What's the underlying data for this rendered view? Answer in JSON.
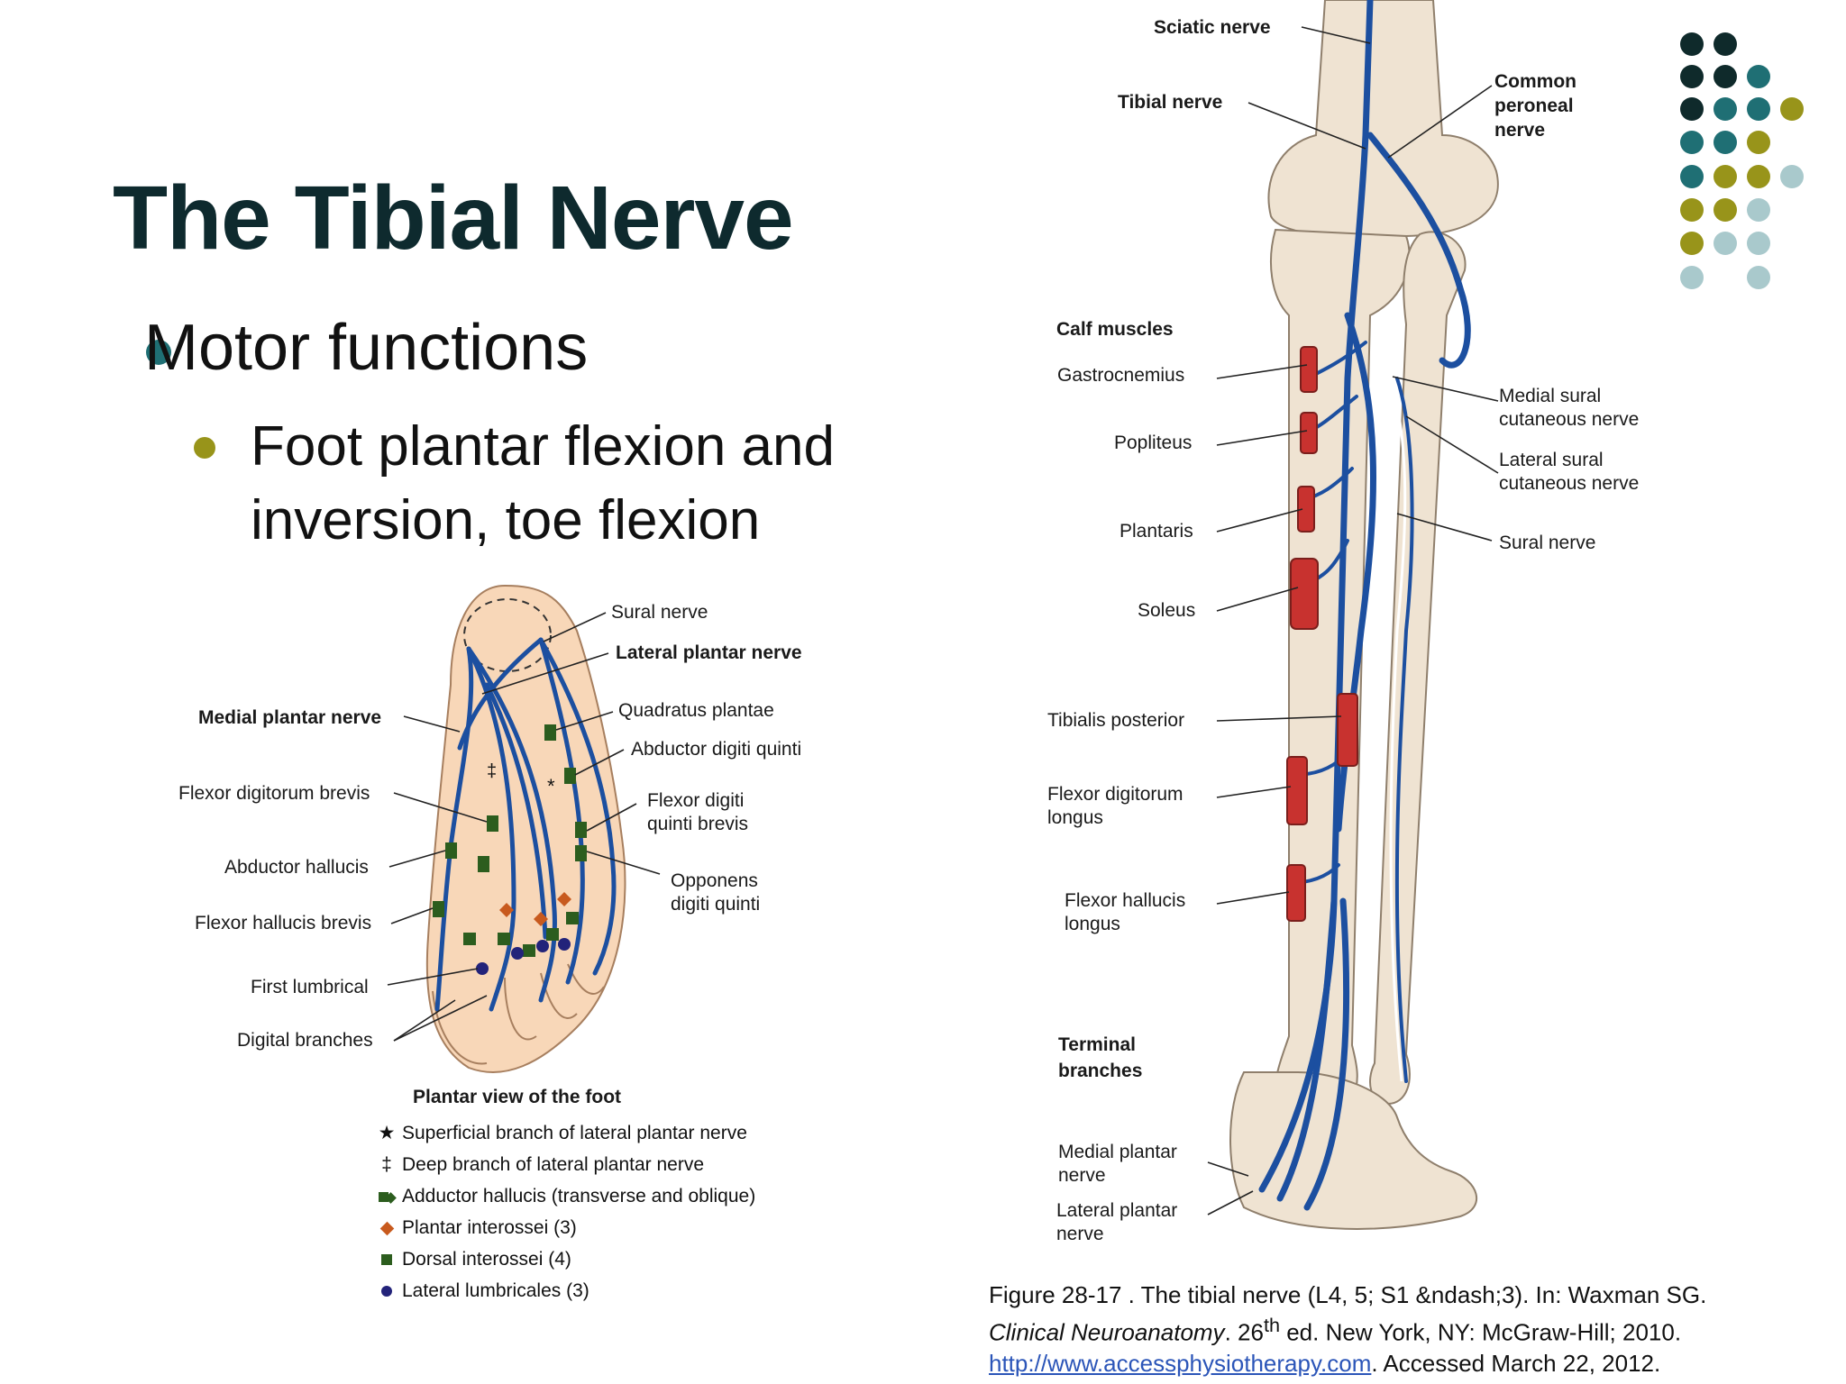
{
  "slide": {
    "title": "The Tibial Nerve",
    "bullet_1": "Motor functions",
    "bullet_2_line1": "Foot plantar flexion and",
    "bullet_2_line2": "inversion, toe flexion"
  },
  "foot_figure": {
    "labels_right": {
      "sural": "Sural nerve",
      "lateral_plantar": "Lateral plantar nerve",
      "quadratus": "Quadratus plantae",
      "abductor_dq": "Abductor digiti quinti",
      "flexor_dqb_1": "Flexor digiti",
      "flexor_dqb_2": "quinti brevis",
      "opponens_1": "Opponens",
      "opponens_2": "digiti quinti"
    },
    "labels_left": {
      "medial_plantar": "Medial plantar nerve",
      "fdb": "Flexor digitorum brevis",
      "abd_hallucis": "Abductor hallucis",
      "fhb": "Flexor hallucis brevis",
      "first_lumbrical": "First lumbrical",
      "digital": "Digital branches"
    },
    "star_symbol": "*",
    "dagger_symbol": "‡",
    "legend_title": "Plantar view of the foot",
    "legend": [
      {
        "symbol": "★",
        "text": "Superficial branch of lateral plantar nerve"
      },
      {
        "symbol": "‡",
        "text": "Deep branch of lateral plantar nerve"
      },
      {
        "symbol": "",
        "text": "Adductor hallucis (transverse and oblique)"
      },
      {
        "symbol": "",
        "text": "Plantar interossei (3)"
      },
      {
        "symbol": "",
        "text": "Dorsal interossei (4)"
      },
      {
        "symbol": "",
        "text": "Lateral lumbricales (3)"
      }
    ]
  },
  "leg_figure": {
    "top_labels": {
      "sciatic": "Sciatic nerve",
      "tibial": "Tibial nerve",
      "common_peroneal_1": "Common",
      "common_peroneal_2": "peroneal",
      "common_peroneal_3": "nerve"
    },
    "left_labels": {
      "calf": "Calf muscles",
      "gastrocnemius": "Gastrocnemius",
      "popliteus": "Popliteus",
      "plantaris": "Plantaris",
      "soleus": "Soleus",
      "tib_post": "Tibialis posterior",
      "fdl_1": "Flexor digitorum",
      "fdl_2": "longus",
      "fhl_1": "Flexor hallucis",
      "fhl_2": "longus",
      "terminal_1": "Terminal",
      "terminal_2": "branches",
      "mpn_1": "Medial plantar",
      "mpn_2": "nerve",
      "lpn_1": "Lateral plantar",
      "lpn_2": "nerve"
    },
    "right_labels": {
      "msc_1": "Medial sural",
      "msc_2": "cutaneous nerve",
      "lsc_1": "Lateral sural",
      "lsc_2": "cutaneous nerve",
      "sural": "Sural nerve"
    }
  },
  "caption": {
    "line1": "Figure 28-17 . The tibial nerve (L4, 5; S1 &ndash;3). In: Waxman SG.",
    "line2_italic": "Clinical Neuroanatomy",
    "line2_rest_a": ". 26",
    "line2_sup": "th",
    "line2_rest_b": " ed. New York, NY: McGraw-Hill; 2010.",
    "link": "http://www.accessphysiotherapy.com",
    "line3_rest": ". Accessed March 22, 2012."
  },
  "colors": {
    "title": "#0e2a2e",
    "dark_teal": "#0f2a2b",
    "teal": "#1f6f74",
    "olive": "#98941a",
    "light_blue": "#a9c9cc",
    "nerve_blue": "#1c4fa0",
    "muscle_red": "#c8322f",
    "bone": "#efe3d2"
  }
}
